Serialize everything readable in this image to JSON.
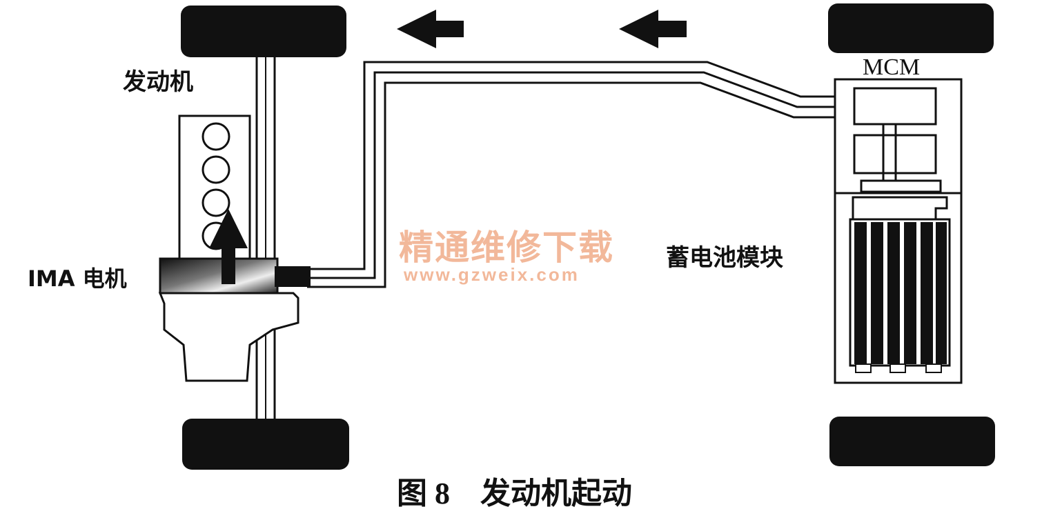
{
  "labels": {
    "engine": "发动机",
    "ima_motor": "IMA 电机",
    "mcm": "MCM",
    "battery_module": "蓄电池模块"
  },
  "caption": "图 8　发动机起动",
  "watermark": {
    "title": "精通维修下载",
    "url": "www.gzweix.com"
  },
  "colors": {
    "ink": "#111111",
    "watermark": "#f2b89a"
  },
  "flow_direction": "right-to-left (battery module → IMA motor)"
}
